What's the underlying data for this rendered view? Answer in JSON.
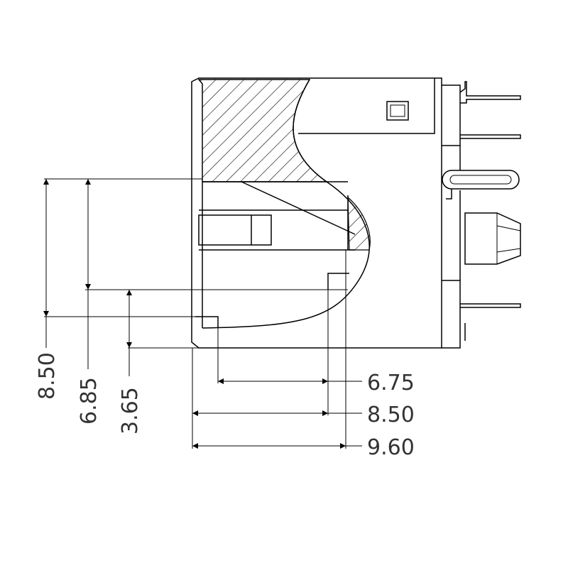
{
  "dimensions": {
    "horizontal": [
      {
        "id": "h1",
        "label": "6.75"
      },
      {
        "id": "h2",
        "label": "8.50"
      },
      {
        "id": "h3",
        "label": "9.60"
      }
    ],
    "vertical": [
      {
        "id": "v1",
        "label": "8.50"
      },
      {
        "id": "v2",
        "label": "6.85"
      },
      {
        "id": "v3",
        "label": "3.65"
      }
    ]
  },
  "colors": {
    "line": "#000000",
    "text": "#333333",
    "background": "#ffffff"
  }
}
